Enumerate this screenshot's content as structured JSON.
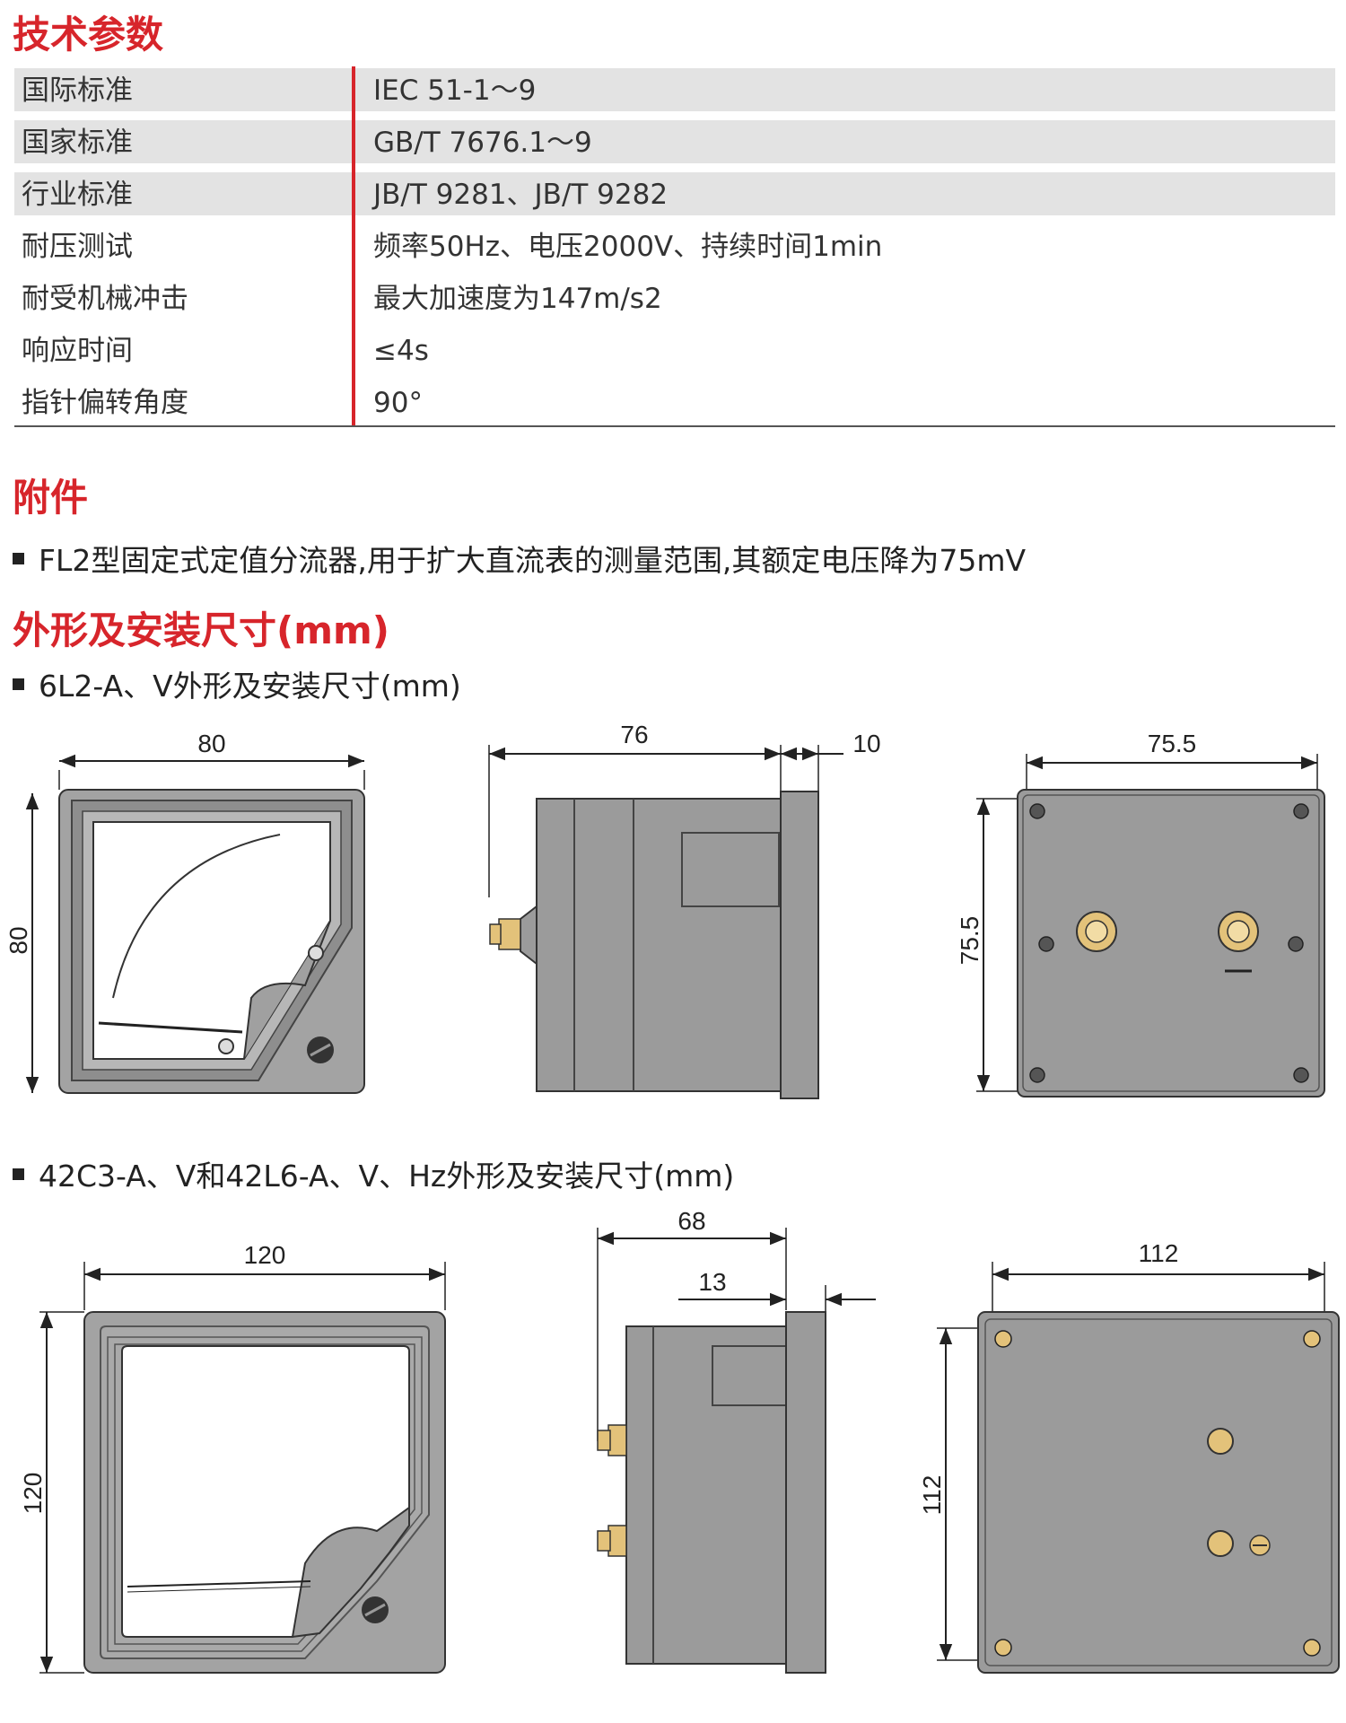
{
  "tech_params": {
    "title": "技术参数",
    "rows": [
      {
        "label": "国际标准",
        "value": "IEC 51-1～9"
      },
      {
        "label": "国家标准",
        "value": "GB/T 7676.1～9"
      },
      {
        "label": "行业标准",
        "value": "JB/T 9281、JB/T 9282"
      },
      {
        "label": "耐压测试",
        "value": "频率50Hz、电压2000V、持续时间1min"
      },
      {
        "label": "耐受机械冲击",
        "value": "最大加速度为147m/s2"
      },
      {
        "label": "响应时间",
        "value": "≤4s"
      },
      {
        "label": "指针偏转角度",
        "value": "90°"
      }
    ]
  },
  "accessories": {
    "title": "附件",
    "item": "FL2型固定式定值分流器,用于扩大直流表的测量范围,其额定电压降为75mV"
  },
  "dimensions": {
    "title": "外形及安装尺寸(mm)",
    "group1": {
      "caption": "6L2-A、V外形及安装尺寸(mm)",
      "front": {
        "width": "80",
        "height": "80"
      },
      "side": {
        "depth": "76",
        "flange": "10"
      },
      "back": {
        "width": "75.5",
        "height": "75.5",
        "polarity": "—"
      }
    },
    "group2": {
      "caption": "42C3-A、V和42L6-A、V、Hz外形及安装尺寸(mm)",
      "front": {
        "width": "120",
        "height": "120"
      },
      "side": {
        "depth": "68",
        "flange": "13"
      },
      "back": {
        "width": "112",
        "height": "112"
      }
    }
  },
  "colors": {
    "accent": "#d7252b",
    "body_gray": "#9b9b9b",
    "table_shade": "#e3e3e3",
    "terminal_brass": "#e3c27a"
  }
}
